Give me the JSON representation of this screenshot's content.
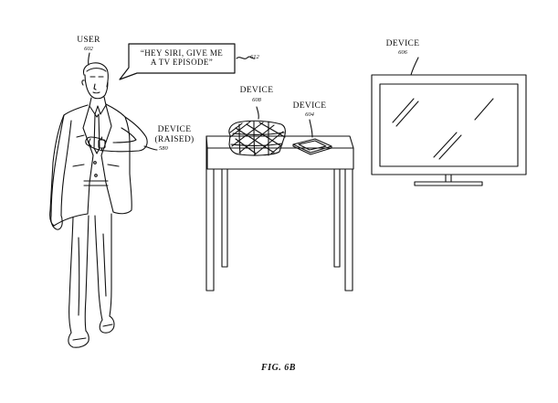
{
  "figure": {
    "caption": "FIG. 6B",
    "speech_line1": "“HEY SIRI, GIVE ME",
    "speech_line2": "A TV EPISODE”",
    "speech_ref": "612"
  },
  "user": {
    "label": "USER",
    "ref": "602"
  },
  "device_watch": {
    "label_line1": "DEVICE",
    "label_line2": "(RAISED)",
    "ref": "580"
  },
  "device_speaker": {
    "label": "DEVICE",
    "ref": "608"
  },
  "device_phone": {
    "label": "DEVICE",
    "ref": "604"
  },
  "device_tv": {
    "label": "DEVICE",
    "ref": "606"
  },
  "colors": {
    "ink": "#111111",
    "background": "#ffffff"
  }
}
